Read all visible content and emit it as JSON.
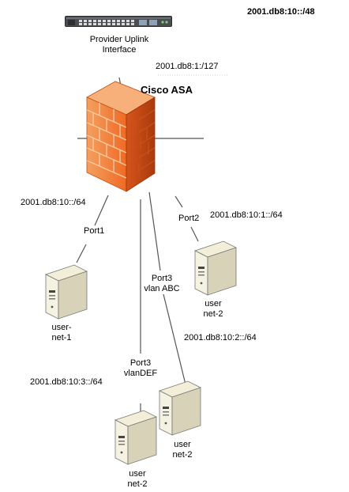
{
  "diagram": {
    "supernet_label": "2001.db8:10::/48",
    "uplink": {
      "label_line1": "Provider Uplink",
      "label_line2": "Interface",
      "subnet_label": "2001.db8:1:/127",
      "icon": "network-switch-icon"
    },
    "firewall": {
      "label": "Cisco ASA",
      "icon": "firewall-icon",
      "color": "#F07A3A"
    },
    "links": [
      {
        "subnet_label": "2001.db8:10::/64",
        "port_line1": "Port1",
        "port_line2": ""
      },
      {
        "subnet_label": "2001.db8:10:1::/64",
        "port_line1": "Port2",
        "port_line2": ""
      },
      {
        "subnet_label": "2001.db8:10:2::/64",
        "port_line1": "Port3",
        "port_line2": "vlan ABC"
      },
      {
        "subnet_label": "2001.db8:10:3::/64",
        "port_line1": "Port3",
        "port_line2": "vlanDEF"
      }
    ],
    "hosts": [
      {
        "label_line1": "user-",
        "label_line2": "net-1",
        "icon": "server-tower-icon"
      },
      {
        "label_line1": "user",
        "label_line2": "net-2",
        "icon": "server-tower-icon"
      },
      {
        "label_line1": "user",
        "label_line2": "net-2",
        "icon": "server-tower-icon"
      },
      {
        "label_line1": "user",
        "label_line2": "net-2",
        "icon": "server-tower-icon"
      }
    ]
  }
}
